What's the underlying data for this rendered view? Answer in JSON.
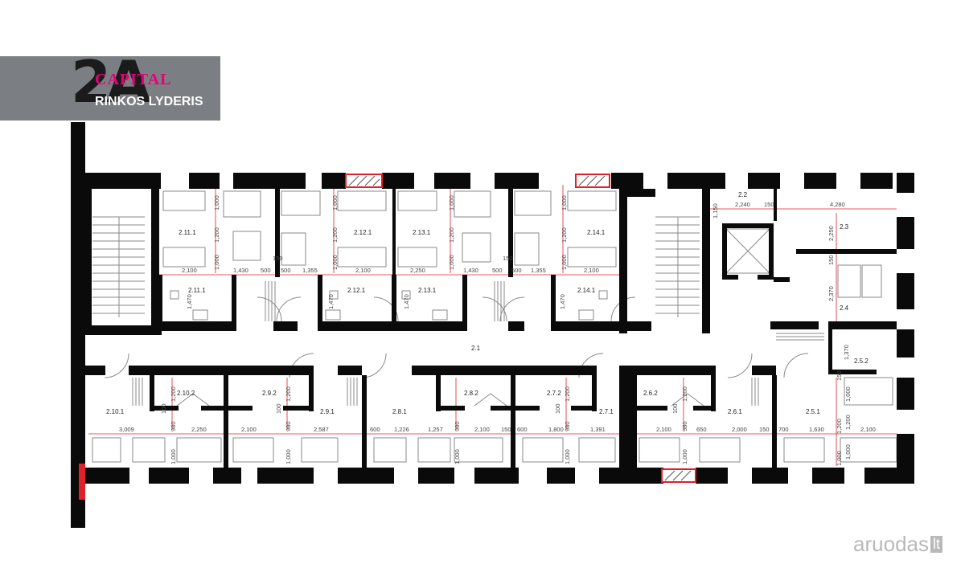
{
  "logo": {
    "mark": "2A",
    "brand": "CAPITAL",
    "tagline": "RINKOS LYDERIS"
  },
  "watermark": {
    "name": "aruodas",
    "tld": "lt"
  },
  "rooms": {
    "r_2_1": "2.1",
    "r_2_2": "2.2",
    "r_2_3": "2.3",
    "r_2_4": "2.4",
    "r_2_5_1": "2.5.1",
    "r_2_5_2": "2.5.2",
    "r_2_6_1": "2.6.1",
    "r_2_6_2": "2.6.2",
    "r_2_7_1": "2.7.1",
    "r_2_7_2": "2.7.2",
    "r_2_8_1": "2.8.1",
    "r_2_8_2": "2.8.2",
    "r_2_9_1": "2.9.1",
    "r_2_9_2": "2.9.2",
    "r_2_10_1": "2.10.1",
    "r_2_10_2": "2.10.2",
    "r_2_11_1": "2.11.1",
    "r_2_11_1b": "2.11.1",
    "r_2_12_1": "2.12.1",
    "r_2_12_1b": "2.12.1",
    "r_2_13_1": "2.13.1",
    "r_2_13_1b": "2.13.1",
    "r_2_14_1": "2.14.1",
    "r_2_14_1b": "2.14.1"
  },
  "dimensions": {
    "d01": "1,000",
    "d02": "1,200",
    "d03": "1,000",
    "d04": "2,100",
    "d05": "1,430",
    "d06": "500",
    "d07": "150",
    "d08": "500",
    "d09": "1,355",
    "d10": "1,000",
    "d11": "1,200",
    "d12": "1,000",
    "d13": "2,100",
    "d14": "1,000",
    "d15": "1,200",
    "d16": "1,000",
    "d17": "2,250",
    "d18": "1,430",
    "d19": "150",
    "d20": "500",
    "d21": "500",
    "d22": "1,355",
    "d23": "1,000",
    "d24": "1,200",
    "d25": "1,000",
    "d26": "2,100",
    "d27": "1,470",
    "d28": "1,470",
    "d29": "1,470",
    "d30": "1,470",
    "d31": "1,150",
    "d32": "2,240",
    "d33": "150",
    "d34": "4,280",
    "d35": "2,250",
    "d36": "150",
    "d37": "2,370",
    "d38": "1,370",
    "d39": "150",
    "d40": "1,000",
    "d41": "1,200",
    "d42": "1,000",
    "d43": "700",
    "d44": "1,630",
    "d45": "2,100",
    "d46": "1,200",
    "d47": "100",
    "d48": "980",
    "d49": "1,000",
    "d50": "3,009",
    "d51": "2,250",
    "d52": "1,200",
    "d53": "100",
    "d54": "980",
    "d55": "1,000",
    "d56": "2,100",
    "d57": "2,587",
    "d58": "600",
    "d59": "1,226",
    "d60": "1,257",
    "d61": "980",
    "d62": "1,000",
    "d63": "2,100",
    "d64": "150",
    "d65": "1,200",
    "d66": "100",
    "d67": "980",
    "d68": "1,000",
    "d69": "600",
    "d70": "1,800",
    "d71": "1,391",
    "d72": "1,200",
    "d73": "100",
    "d74": "980",
    "d75": "1,000",
    "d76": "2,100",
    "d77": "650",
    "d78": "2,000",
    "d79": "150",
    "d80": "1,000",
    "d81": "1,200"
  },
  "colors": {
    "wall": "#0a0a0a",
    "dimension": "#e0202a",
    "furniture": "#8a8a8a",
    "logo_bg": "#7b7e82",
    "brand": "#e8007a"
  }
}
